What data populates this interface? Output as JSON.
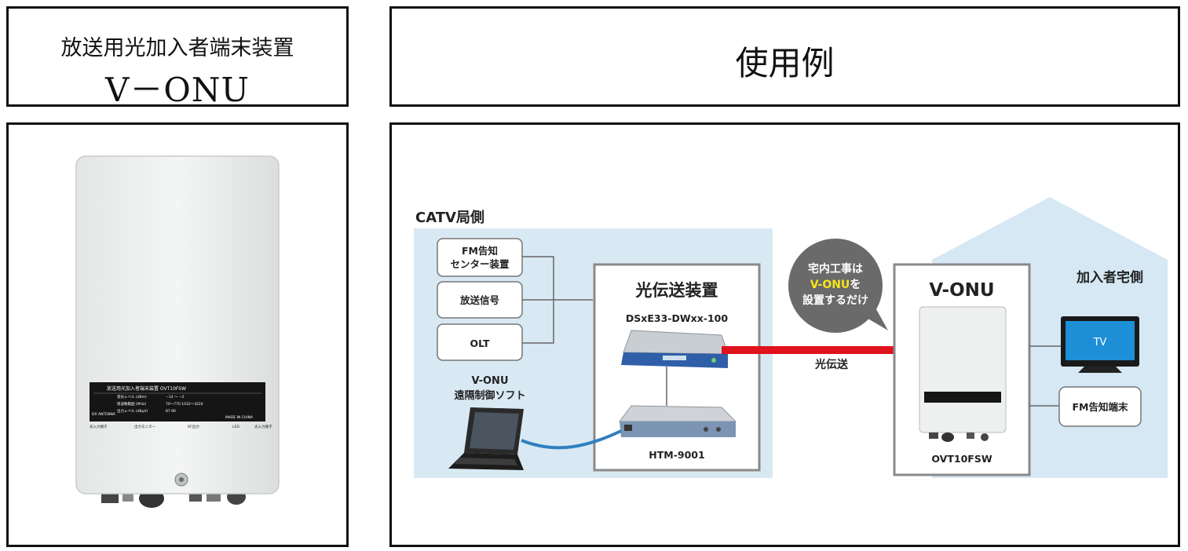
{
  "product_title": {
    "line1": "放送用光加入者端末装置",
    "line2": "V－ONU"
  },
  "usage_title": "使用例",
  "device_label": {
    "header_title": "放送用光加入者端末装置 OVT10FSW",
    "brand": "DX ANTENNA",
    "made_in": "MADE IN CHINA",
    "rows": [
      {
        "label": "受光レベル (dBm)",
        "value": "−14 〜 −2"
      },
      {
        "label": "周波数範囲 (MHz)",
        "value": "70〜770   1032〜3224"
      },
      {
        "label": "出力レベル (dBμV)",
        "value": "87   90"
      }
    ],
    "ports": [
      "光入力端子",
      "出力モニター",
      "RF出力",
      "LED",
      "光入力端子"
    ]
  },
  "diagram": {
    "catv_label": "CATV局側",
    "home_label": "加入者宅側",
    "sources": [
      "FM告知\nセンター装置",
      "放送信号",
      "OLT"
    ],
    "transmitter": {
      "title": "光伝送装置",
      "model": "DSxE33-DWxx-100",
      "sub_model": "HTM-9001"
    },
    "software_label": "V-ONU\n遠隔制御ソフト",
    "bubble": {
      "line1": "宅内工事は",
      "line2": "V-ONU",
      "line2_suffix": "を",
      "line3": "設置するだけ"
    },
    "link_label": "光伝送",
    "vonu": {
      "title": "V-ONU",
      "model": "OVT10FSW"
    },
    "outputs": [
      "TV",
      "FM告知端末"
    ],
    "colors": {
      "catv_bg": "#d9e9f3",
      "home_bg": "#d5e8f4",
      "fiber": "#e0121e",
      "bubble": "#6a6a6a",
      "highlight": "#f5e31a",
      "cable": "#2f7fc0"
    }
  }
}
